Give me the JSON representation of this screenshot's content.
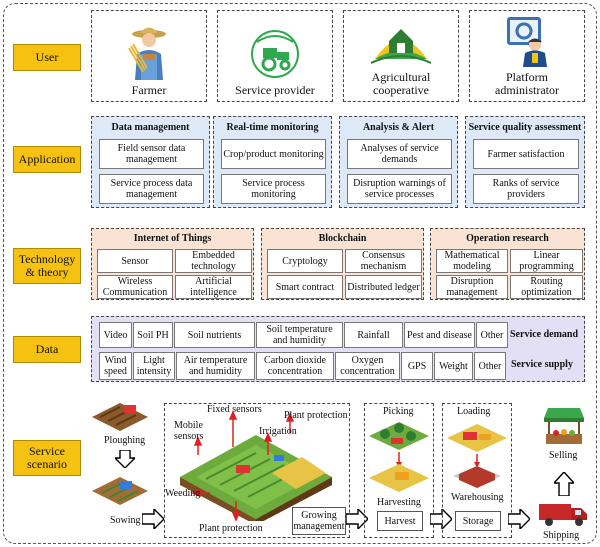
{
  "rows": {
    "user": "User",
    "application": "Application",
    "technology": [
      "Technology",
      "& theory"
    ],
    "data": "Data",
    "scenario": [
      "Service",
      "scenario"
    ]
  },
  "users": [
    {
      "label": [
        "Farmer"
      ],
      "icon": "farmer-icon"
    },
    {
      "label": [
        "Service provider"
      ],
      "icon": "tractor-icon"
    },
    {
      "label": [
        "Agricultural",
        "cooperative"
      ],
      "icon": "farm-house-icon"
    },
    {
      "label": [
        "Platform",
        "administrator"
      ],
      "icon": "administrator-icon"
    }
  ],
  "application": [
    {
      "title": "Data management",
      "items": [
        [
          "Field sensor data",
          "management"
        ],
        [
          "Service process data",
          "management"
        ]
      ]
    },
    {
      "title": "Real-time monitoring",
      "items": [
        [
          "Crop/product monitoring"
        ],
        [
          "Service process",
          "monitoring"
        ]
      ]
    },
    {
      "title": "Analysis & Alert",
      "items": [
        [
          "Analyses of service",
          "demands"
        ],
        [
          "Disruption warnings of",
          "service processes"
        ]
      ]
    },
    {
      "title": "Service quality assessment",
      "items": [
        [
          "Farmer satisfaction"
        ],
        [
          "Ranks of service",
          "providers"
        ]
      ]
    }
  ],
  "technology": [
    {
      "title": "Internet of Things",
      "items": [
        [
          "Sensor"
        ],
        [
          "Embedded",
          "technology"
        ],
        [
          "Wireless",
          "Communication"
        ],
        [
          "Artificial",
          "intelligence"
        ]
      ]
    },
    {
      "title": "Blockchain",
      "items": [
        [
          "Cryptology"
        ],
        [
          "Consensus",
          "mechanism"
        ],
        [
          "Smart contract"
        ],
        [
          "Distributed ledger"
        ]
      ]
    },
    {
      "title": "Operation research",
      "items": [
        [
          "Mathematical",
          "modeling"
        ],
        [
          "Linear",
          "programming"
        ],
        [
          "Disruption",
          "management"
        ],
        [
          "Routing",
          "optimization"
        ]
      ]
    }
  ],
  "data": {
    "demand_label": "Service demand",
    "supply_label": "Service supply",
    "demand": [
      [
        "Video"
      ],
      [
        "Soil PH"
      ],
      [
        "Soil nutrients"
      ],
      [
        "Soil temperature",
        "and humidity"
      ],
      [
        "Rainfall"
      ],
      [
        "Pest and disease"
      ],
      [
        "Other"
      ]
    ],
    "supply": [
      [
        "Wind",
        "speed"
      ],
      [
        "Light",
        "intensity"
      ],
      [
        "Air temperature",
        "and humidity"
      ],
      [
        "Carbon dioxide",
        "concentration"
      ],
      [
        "Oxygen",
        "concentration"
      ],
      [
        "GPS"
      ],
      [
        "Weight"
      ],
      [
        "Other"
      ]
    ]
  },
  "scenario": {
    "ploughing": "Ploughing",
    "sowing": "Sowing",
    "fixed_sensors": "Fixed sensors",
    "mobile_sensors": [
      "Mobile",
      "sensors"
    ],
    "plant_protection_top": "Plant protection",
    "irrigation": "Irrigation",
    "weeding": "Weeding",
    "plant_protection_bottom": "Plant protection",
    "growing_management": [
      "Growing",
      "management"
    ],
    "picking": "Picking",
    "harvesting": "Harvesting",
    "harvest": "Harvest",
    "loading": "Loading",
    "warehousing": "Warehousing",
    "storage": "Storage",
    "selling": "Selling",
    "shipping": "Shipping"
  },
  "colors": {
    "row_label": "#f5c211",
    "application_bg": "#dde9f6",
    "technology_bg": "#fbe3d4",
    "data_bg": "#e3e0f5",
    "alert_arrow": "#e02020"
  }
}
